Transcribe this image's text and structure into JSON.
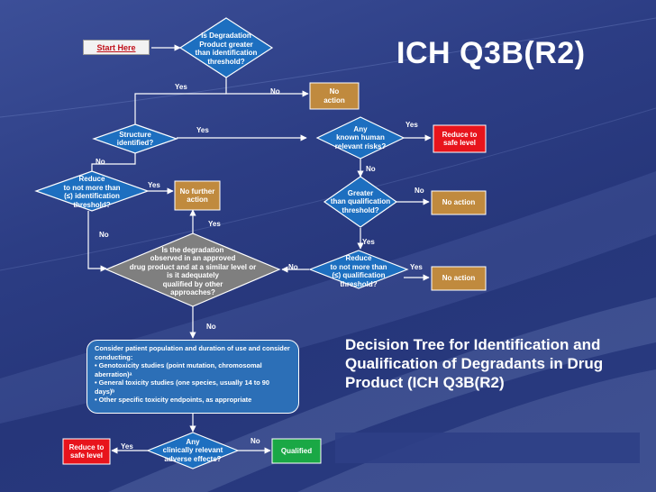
{
  "title": "ICH Q3B(R2)",
  "subtitle": "Decision Tree for Identification and Qualification of Degradants in Drug Product (ICH Q3B(R2)",
  "start_label": "Start Here",
  "nodes": {
    "q_identification": "Is Degradation\nProduct greater\nthan identification\nthreshold?",
    "no_action_top": "No\naction",
    "q_structure": "Structure\nidentified?",
    "q_human_risk": "Any\nknown human\nrelevant risks?",
    "reduce_safe_top": "Reduce to\nsafe level",
    "q_reduce_identification": "Reduce\nto not more than\n(≤) identification\nthreshold?",
    "no_further_action": "No further\naction",
    "q_qualification": "Greater\nthan qualification\nthreshold?",
    "no_action_mid": "No action",
    "q_approved_product": "Is the degradation\nobserved in an approved\ndrug product and at a similar level or\nis it adequately\nqualified by other\napproaches?",
    "q_reduce_qualification": "Reduce\nto not more than\n(≤) qualification\nthreshold?",
    "no_action_low": "No action",
    "q_adverse": "Any\nclinically relevant\nadverse effects?",
    "reduce_safe_bottom": "Reduce to\nsafe level",
    "qualified": "Qualified"
  },
  "consider_box": {
    "intro": "Consider patient population and duration of use and consider conducting:",
    "bullets": [
      "• Genotoxicity studies (point mutation, chromosomal aberration)ᵃ",
      "• General toxicity studies (one species, usually  14 to 90 days)ᵇ",
      "• Other specific toxicity endpoints, as appropriate"
    ]
  },
  "edge_labels": {
    "yes": "Yes",
    "no": "No"
  },
  "colors": {
    "diamond_blue": "#1d6fc0",
    "diamond_gray": "#7f7f7f",
    "box_orange": "#c08a3e",
    "box_red": "#e8141c",
    "box_green": "#1aa845",
    "box_blue": "#2c6fb7",
    "background": "#2c3d84"
  }
}
